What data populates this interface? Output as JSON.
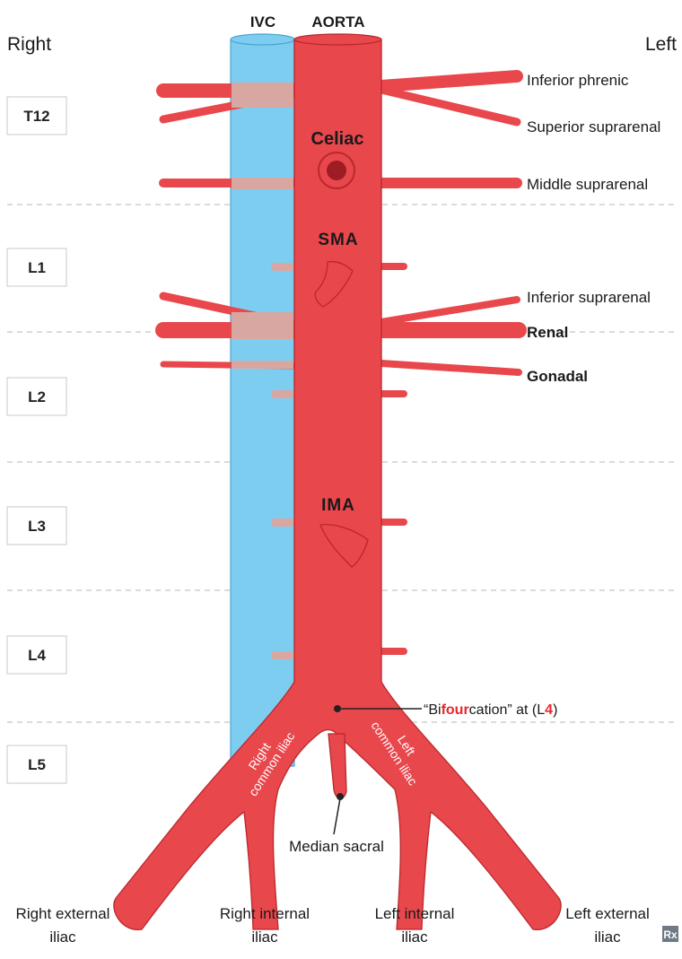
{
  "header": {
    "ivc": "IVC",
    "aorta": "AORTA",
    "right": "Right",
    "left": "Left"
  },
  "vertebrae": [
    "T12",
    "L1",
    "L2",
    "L3",
    "L4",
    "L5"
  ],
  "trunks": {
    "celiac": "Celiac",
    "sma": "SMA",
    "ima": "IMA"
  },
  "branches": {
    "inferior_phrenic": "Inferior phrenic",
    "superior_suprarenal": "Superior suprarenal",
    "middle_suprarenal": "Middle suprarenal",
    "inferior_suprarenal": "Inferior suprarenal",
    "renal": "Renal",
    "gonadal": "Gonadal"
  },
  "bifurcation": {
    "open": "“Bi",
    "highlight": "four",
    "mid": "cation” at (L",
    "level": "4",
    "close": ")"
  },
  "iliacs": {
    "right_common": [
      "Right",
      "common iliac"
    ],
    "left_common": [
      "Left",
      "common iliac"
    ],
    "median_sacral": "Median sacral",
    "right_external": [
      "Right external",
      "iliac"
    ],
    "right_internal": [
      "Right internal",
      "iliac"
    ],
    "left_internal": [
      "Left internal",
      "iliac"
    ],
    "left_external": [
      "Left external",
      "iliac"
    ]
  },
  "logo": "Rx",
  "colors": {
    "artery": "#e8474c",
    "artery_outline": "#b9282d",
    "ivc": "#7dcdf1",
    "highlight": "#e8262d"
  }
}
